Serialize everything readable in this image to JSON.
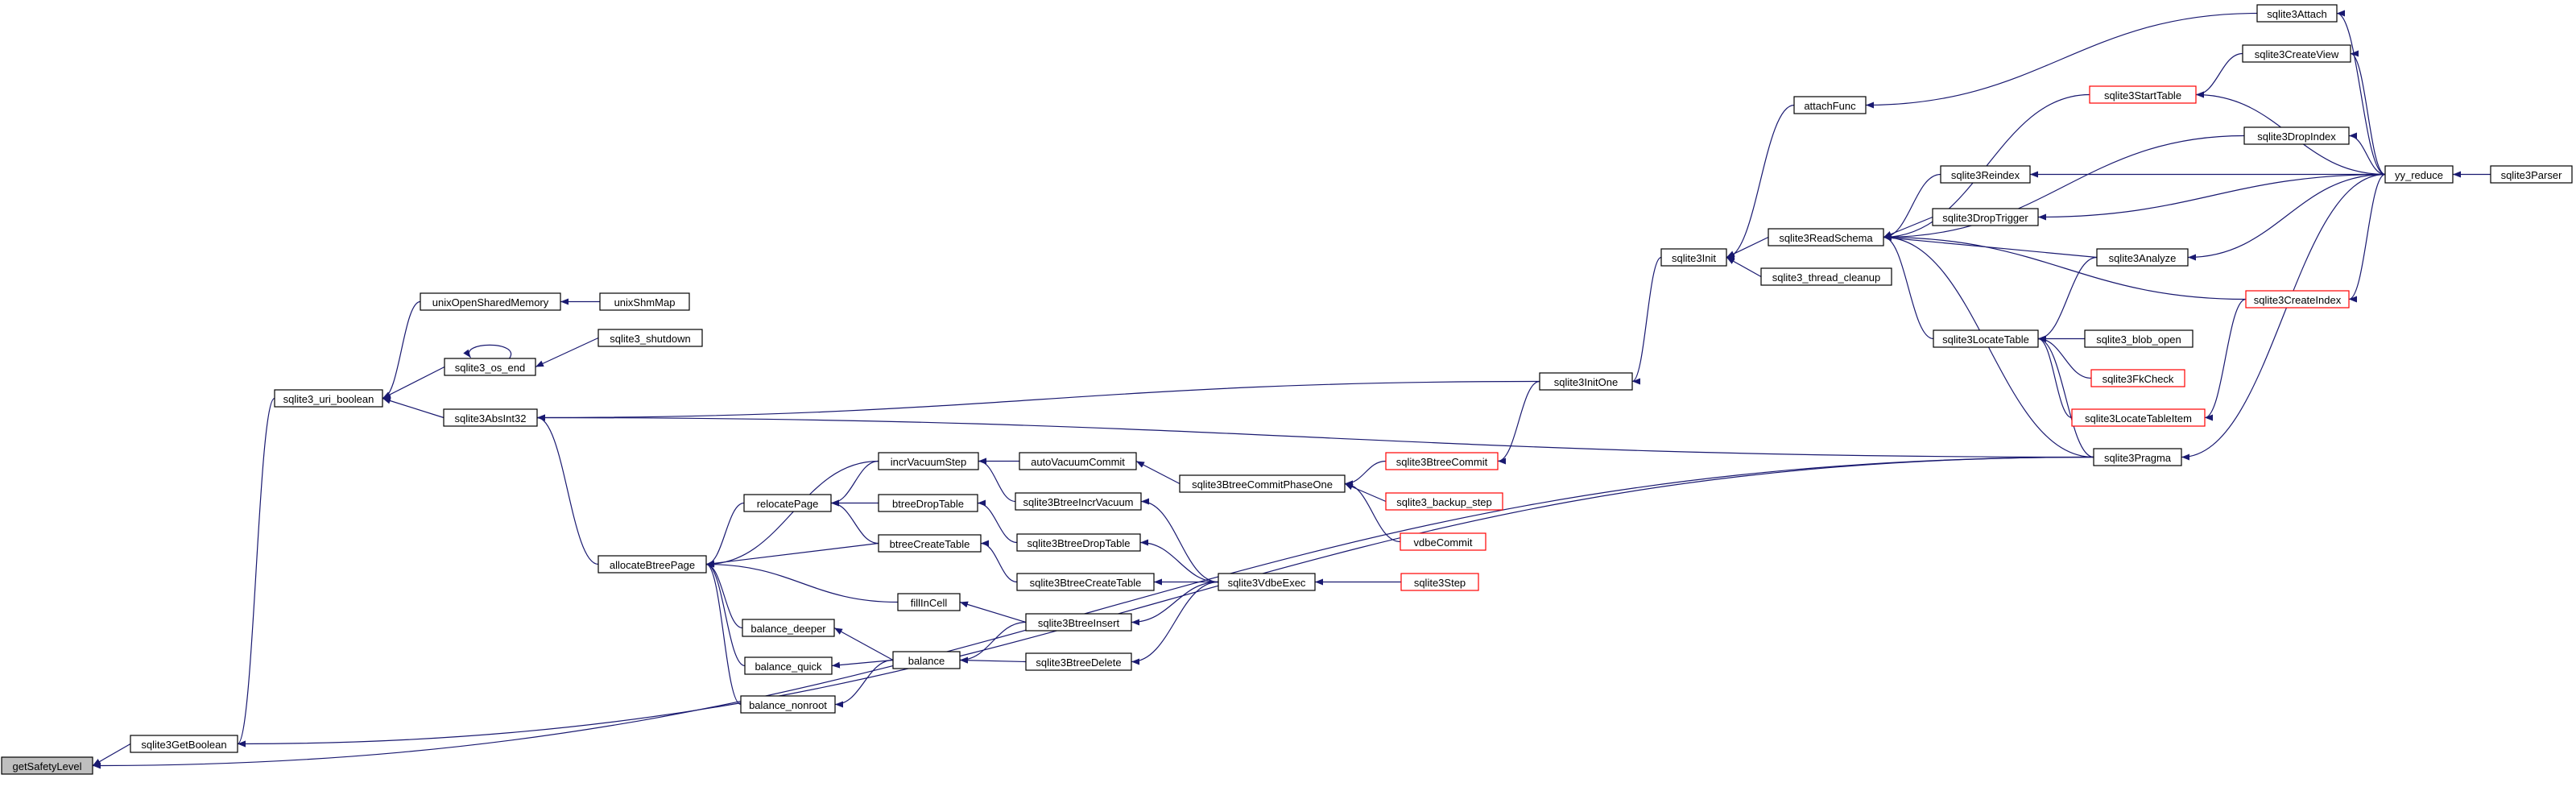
{
  "colors": {
    "edge": "#191970",
    "node_border": "#000000",
    "node_border_truncated": "#ff0000",
    "node_fill": "#ffffff",
    "highlight_fill": "#bfbfbf",
    "text": "#000000"
  },
  "nodes": {
    "getSafetyLevel": {
      "label": "getSafetyLevel",
      "style": "highlight"
    },
    "sqlite3GetBoolean": {
      "label": "sqlite3GetBoolean",
      "style": "normal"
    },
    "sqlite3_uri_boolean": {
      "label": "sqlite3_uri_boolean",
      "style": "normal"
    },
    "unixOpenSharedMemory": {
      "label": "unixOpenSharedMemory",
      "style": "normal"
    },
    "unixShmMap": {
      "label": "unixShmMap",
      "style": "normal"
    },
    "sqlite3_os_end": {
      "label": "sqlite3_os_end",
      "style": "normal"
    },
    "sqlite3_shutdown": {
      "label": "sqlite3_shutdown",
      "style": "normal"
    },
    "sqlite3AbsInt32": {
      "label": "sqlite3AbsInt32",
      "style": "normal"
    },
    "allocateBtreePage": {
      "label": "allocateBtreePage",
      "style": "normal"
    },
    "incrVacuumStep": {
      "label": "incrVacuumStep",
      "style": "normal"
    },
    "relocatePage": {
      "label": "relocatePage",
      "style": "normal"
    },
    "btreeDropTable": {
      "label": "btreeDropTable",
      "style": "normal"
    },
    "btreeCreateTable": {
      "label": "btreeCreateTable",
      "style": "normal"
    },
    "fillInCell": {
      "label": "fillInCell",
      "style": "normal"
    },
    "balance_deeper": {
      "label": "balance_deeper",
      "style": "normal"
    },
    "balance_quick": {
      "label": "balance_quick",
      "style": "normal"
    },
    "balance_nonroot": {
      "label": "balance_nonroot",
      "style": "normal"
    },
    "balance": {
      "label": "balance",
      "style": "normal"
    },
    "autoVacuumCommit": {
      "label": "autoVacuumCommit",
      "style": "normal"
    },
    "sqlite3BtreeIncrVacuum": {
      "label": "sqlite3BtreeIncrVacuum",
      "style": "normal"
    },
    "sqlite3BtreeDropTable": {
      "label": "sqlite3BtreeDropTable",
      "style": "normal"
    },
    "sqlite3BtreeCreateTable": {
      "label": "sqlite3BtreeCreateTable",
      "style": "normal"
    },
    "sqlite3BtreeInsert": {
      "label": "sqlite3BtreeInsert",
      "style": "normal"
    },
    "sqlite3BtreeDelete": {
      "label": "sqlite3BtreeDelete",
      "style": "normal"
    },
    "sqlite3BtreeCommitPhaseOne": {
      "label": "sqlite3BtreeCommitPhaseOne",
      "style": "normal"
    },
    "sqlite3VdbeExec": {
      "label": "sqlite3VdbeExec",
      "style": "normal"
    },
    "sqlite3BtreeCommit": {
      "label": "sqlite3BtreeCommit",
      "style": "truncated"
    },
    "sqlite3_backup_step": {
      "label": "sqlite3_backup_step",
      "style": "truncated"
    },
    "vdbeCommit": {
      "label": "vdbeCommit",
      "style": "truncated"
    },
    "sqlite3Step": {
      "label": "sqlite3Step",
      "style": "truncated"
    },
    "sqlite3InitOne": {
      "label": "sqlite3InitOne",
      "style": "normal"
    },
    "sqlite3Init": {
      "label": "sqlite3Init",
      "style": "normal"
    },
    "attachFunc": {
      "label": "attachFunc",
      "style": "normal"
    },
    "sqlite3ReadSchema": {
      "label": "sqlite3ReadSchema",
      "style": "normal"
    },
    "sqlite3_thread_cleanup": {
      "label": "sqlite3_thread_cleanup",
      "style": "normal"
    },
    "sqlite3Attach": {
      "label": "sqlite3Attach",
      "style": "normal"
    },
    "sqlite3CreateView": {
      "label": "sqlite3CreateView",
      "style": "normal"
    },
    "sqlite3StartTable": {
      "label": "sqlite3StartTable",
      "style": "truncated"
    },
    "sqlite3DropIndex": {
      "label": "sqlite3DropIndex",
      "style": "normal"
    },
    "sqlite3Reindex": {
      "label": "sqlite3Reindex",
      "style": "normal"
    },
    "sqlite3DropTrigger": {
      "label": "sqlite3DropTrigger",
      "style": "normal"
    },
    "sqlite3Analyze": {
      "label": "sqlite3Analyze",
      "style": "normal"
    },
    "sqlite3CreateIndex": {
      "label": "sqlite3CreateIndex",
      "style": "truncated"
    },
    "sqlite3LocateTable": {
      "label": "sqlite3LocateTable",
      "style": "normal"
    },
    "sqlite3_blob_open": {
      "label": "sqlite3_blob_open",
      "style": "normal"
    },
    "sqlite3FkCheck": {
      "label": "sqlite3FkCheck",
      "style": "truncated"
    },
    "sqlite3LocateTableItem": {
      "label": "sqlite3LocateTableItem",
      "style": "truncated"
    },
    "sqlite3Pragma": {
      "label": "sqlite3Pragma",
      "style": "normal"
    },
    "yy_reduce": {
      "label": "yy_reduce",
      "style": "normal"
    },
    "sqlite3Parser": {
      "label": "sqlite3Parser",
      "style": "normal"
    }
  },
  "edges": [
    [
      "getSafetyLevel",
      "sqlite3GetBoolean"
    ],
    [
      "getSafetyLevel",
      "sqlite3Pragma"
    ],
    [
      "sqlite3GetBoolean",
      "sqlite3_uri_boolean"
    ],
    [
      "sqlite3GetBoolean",
      "sqlite3Pragma"
    ],
    [
      "sqlite3_uri_boolean",
      "unixOpenSharedMemory"
    ],
    [
      "sqlite3_uri_boolean",
      "sqlite3_os_end"
    ],
    [
      "sqlite3_uri_boolean",
      "sqlite3AbsInt32"
    ],
    [
      "unixOpenSharedMemory",
      "unixShmMap"
    ],
    [
      "sqlite3_os_end",
      "sqlite3_os_end"
    ],
    [
      "sqlite3_os_end",
      "sqlite3_shutdown"
    ],
    [
      "sqlite3AbsInt32",
      "allocateBtreePage"
    ],
    [
      "sqlite3AbsInt32",
      "sqlite3InitOne"
    ],
    [
      "sqlite3AbsInt32",
      "sqlite3Pragma"
    ],
    [
      "allocateBtreePage",
      "incrVacuumStep"
    ],
    [
      "allocateBtreePage",
      "relocatePage"
    ],
    [
      "allocateBtreePage",
      "btreeCreateTable"
    ],
    [
      "allocateBtreePage",
      "fillInCell"
    ],
    [
      "allocateBtreePage",
      "balance_deeper"
    ],
    [
      "allocateBtreePage",
      "balance_quick"
    ],
    [
      "allocateBtreePage",
      "balance_nonroot"
    ],
    [
      "relocatePage",
      "incrVacuumStep"
    ],
    [
      "relocatePage",
      "btreeDropTable"
    ],
    [
      "relocatePage",
      "btreeCreateTable"
    ],
    [
      "incrVacuumStep",
      "autoVacuumCommit"
    ],
    [
      "incrVacuumStep",
      "sqlite3BtreeIncrVacuum"
    ],
    [
      "btreeDropTable",
      "sqlite3BtreeDropTable"
    ],
    [
      "btreeCreateTable",
      "sqlite3BtreeCreateTable"
    ],
    [
      "fillInCell",
      "sqlite3BtreeInsert"
    ],
    [
      "balance_deeper",
      "balance"
    ],
    [
      "balance_quick",
      "balance"
    ],
    [
      "balance_nonroot",
      "balance"
    ],
    [
      "balance",
      "sqlite3BtreeInsert"
    ],
    [
      "balance",
      "sqlite3BtreeDelete"
    ],
    [
      "autoVacuumCommit",
      "sqlite3BtreeCommitPhaseOne"
    ],
    [
      "sqlite3BtreeIncrVacuum",
      "sqlite3VdbeExec"
    ],
    [
      "sqlite3BtreeDropTable",
      "sqlite3VdbeExec"
    ],
    [
      "sqlite3BtreeCreateTable",
      "sqlite3VdbeExec"
    ],
    [
      "sqlite3BtreeInsert",
      "sqlite3VdbeExec"
    ],
    [
      "sqlite3BtreeDelete",
      "sqlite3VdbeExec"
    ],
    [
      "sqlite3BtreeCommitPhaseOne",
      "sqlite3BtreeCommit"
    ],
    [
      "sqlite3BtreeCommitPhaseOne",
      "sqlite3_backup_step"
    ],
    [
      "sqlite3BtreeCommitPhaseOne",
      "vdbeCommit"
    ],
    [
      "sqlite3VdbeExec",
      "sqlite3Step"
    ],
    [
      "sqlite3BtreeCommit",
      "sqlite3InitOne"
    ],
    [
      "sqlite3InitOne",
      "sqlite3Init"
    ],
    [
      "sqlite3Init",
      "attachFunc"
    ],
    [
      "sqlite3Init",
      "sqlite3ReadSchema"
    ],
    [
      "sqlite3Init",
      "sqlite3_thread_cleanup"
    ],
    [
      "attachFunc",
      "sqlite3Attach"
    ],
    [
      "sqlite3ReadSchema",
      "sqlite3StartTable"
    ],
    [
      "sqlite3ReadSchema",
      "sqlite3DropIndex"
    ],
    [
      "sqlite3ReadSchema",
      "sqlite3Reindex"
    ],
    [
      "sqlite3ReadSchema",
      "sqlite3DropTrigger"
    ],
    [
      "sqlite3ReadSchema",
      "sqlite3Analyze"
    ],
    [
      "sqlite3ReadSchema",
      "sqlite3CreateIndex"
    ],
    [
      "sqlite3ReadSchema",
      "sqlite3LocateTable"
    ],
    [
      "sqlite3ReadSchema",
      "sqlite3Pragma"
    ],
    [
      "sqlite3LocateTable",
      "sqlite3Analyze"
    ],
    [
      "sqlite3LocateTable",
      "sqlite3_blob_open"
    ],
    [
      "sqlite3LocateTable",
      "sqlite3FkCheck"
    ],
    [
      "sqlite3LocateTable",
      "sqlite3LocateTableItem"
    ],
    [
      "sqlite3LocateTable",
      "sqlite3Pragma"
    ],
    [
      "sqlite3LocateTableItem",
      "sqlite3CreateIndex"
    ],
    [
      "sqlite3StartTable",
      "sqlite3CreateView"
    ],
    [
      "sqlite3StartTable",
      "yy_reduce"
    ],
    [
      "sqlite3Attach",
      "yy_reduce"
    ],
    [
      "sqlite3CreateView",
      "yy_reduce"
    ],
    [
      "sqlite3DropIndex",
      "yy_reduce"
    ],
    [
      "sqlite3Reindex",
      "yy_reduce"
    ],
    [
      "sqlite3DropTrigger",
      "yy_reduce"
    ],
    [
      "sqlite3Analyze",
      "yy_reduce"
    ],
    [
      "sqlite3CreateIndex",
      "yy_reduce"
    ],
    [
      "sqlite3Pragma",
      "yy_reduce"
    ],
    [
      "yy_reduce",
      "sqlite3Parser"
    ]
  ]
}
